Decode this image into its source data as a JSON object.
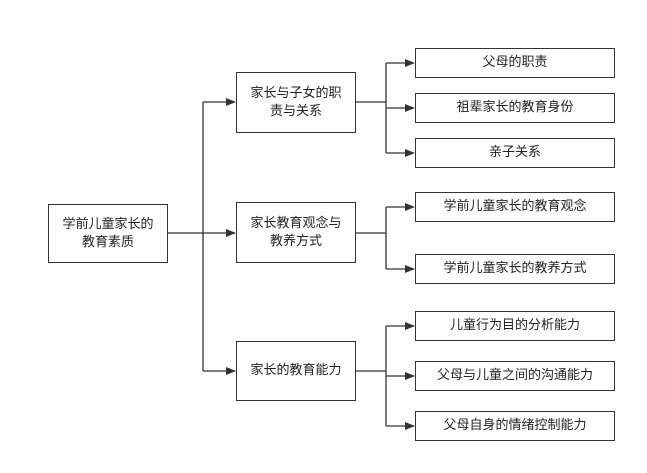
{
  "diagram": {
    "root": {
      "label": "学前儿童家长的\n教育素质"
    },
    "branches": [
      {
        "label": "家长与子女的职\n责与关系",
        "children": [
          "父母的职责",
          "祖辈家长的教育身份",
          "亲子关系"
        ]
      },
      {
        "label": "家长教育观念与\n教养方式",
        "children": [
          "学前儿童家长的教育观念",
          "学前儿童家长的教养方式"
        ]
      },
      {
        "label": "家长的教育能力",
        "children": [
          "儿童行为目的分析能力",
          "父母与儿童之间的沟通能力",
          "父母自身的情绪控制能力"
        ]
      }
    ],
    "line_color": "#333333"
  }
}
